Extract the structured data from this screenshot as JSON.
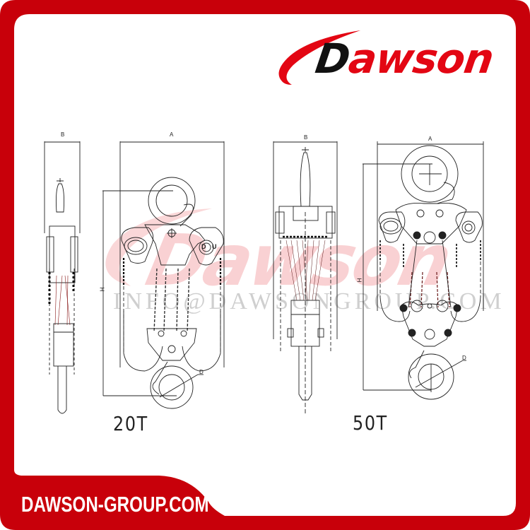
{
  "brand": {
    "logo_first_letter": "D",
    "logo_rest": "awson",
    "logo_colors": {
      "primary_red": "#e30613",
      "letter_d": "#111111"
    },
    "frame_color": "#c8000a",
    "website": "DAWSON-GROUP.COM"
  },
  "watermark": {
    "logo_text": "Dawson",
    "email_text": "INFO@DAWSONGROUP.COM"
  },
  "diagrams": [
    {
      "id": "20T",
      "caption": "20T",
      "side_view": {
        "dimension_labels": [
          "B",
          "H"
        ]
      },
      "front_view": {
        "dimension_labels": [
          "A",
          "D"
        ],
        "control_labels": [
          "D",
          "U"
        ]
      }
    },
    {
      "id": "50T",
      "caption": "50T",
      "side_view": {
        "dimension_labels": [
          "B",
          "H"
        ]
      },
      "front_view": {
        "dimension_labels": [
          "A",
          "D"
        ]
      }
    }
  ]
}
